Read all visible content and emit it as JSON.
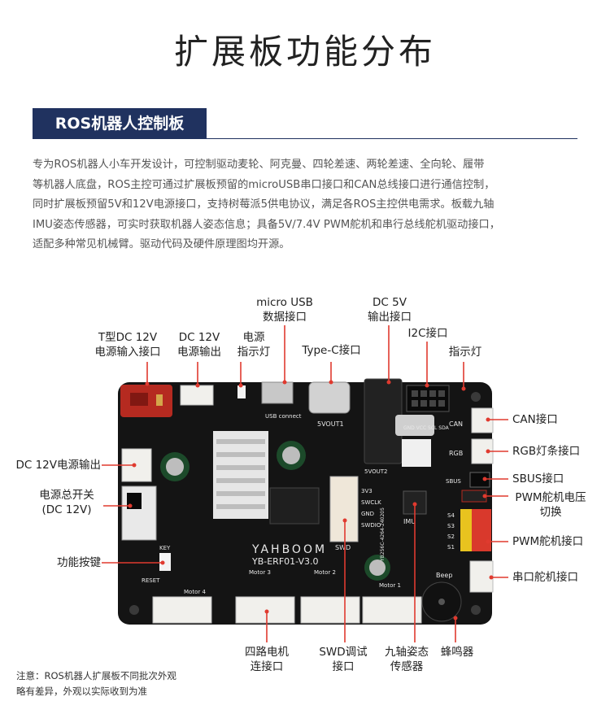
{
  "title": "扩展板功能分布",
  "section_badge": "ROS机器人控制板",
  "description_lines": [
    "专为ROS机器人小车开发设计，可控制驱动麦轮、阿克曼、四轮差速、两轮差速、全向轮、履带",
    "等机器人底盘，ROS主控可通过扩展板预留的microUSB串口接口和CAN总线接口进行通信控制，",
    "同时扩展板预留5V和12V电源接口，支持树莓派5供电协议，满足各ROS主控供电需求。板载九轴",
    "IMU姿态传感器，可实时获取机器人姿态信息；具备5V/7.4V PWM舵机和串行总线舵机驱动接口，",
    "适配多种常见机械臂。驱动代码及硬件原理图均开源。"
  ],
  "labels": {
    "micro_usb": [
      "micro USB",
      "数据接口"
    ],
    "dc5v_out": [
      "DC 5V",
      "输出接口"
    ],
    "t_dc12v_in": [
      "T型DC 12V",
      "电源输入接口"
    ],
    "dc12v_out_top": [
      "DC 12V",
      "电源输出"
    ],
    "power_led": [
      "电源",
      "指示灯"
    ],
    "typec": [
      "Type-C接口"
    ],
    "i2c": [
      "I2C接口"
    ],
    "indicator": [
      "指示灯"
    ],
    "can": [
      "CAN接口"
    ],
    "rgb": [
      "RGB灯条接口"
    ],
    "sbus": [
      "SBUS接口"
    ],
    "pwm_voltage": [
      "PWM舵机电压",
      "切换"
    ],
    "pwm_servo": [
      "PWM舵机接口"
    ],
    "serial_servo": [
      "串口舵机接口"
    ],
    "dc12v_out_left": [
      "DC 12V电源输出"
    ],
    "main_switch": [
      "电源总开关",
      "(DC 12V)"
    ],
    "func_key": [
      "功能按键"
    ],
    "motors": [
      "四路电机",
      "连接口"
    ],
    "swd": [
      "SWD调试",
      "接口"
    ],
    "imu": [
      "九轴姿态",
      "传感器"
    ],
    "buzzer": [
      "蜂鸣器"
    ]
  },
  "board": {
    "brand": "YAHBOOM",
    "model": "YB-ERF01-V3.0",
    "silk_usb": "USB connect",
    "silk_typec": "5VOUT1",
    "silk_5v": "5VOUT2",
    "silk_swd": "SWD",
    "silk_imu": "IMU",
    "silk_beep": "Beep",
    "silk_reset": "RESET",
    "silk_key": "KEY",
    "silk_motor1": "Motor 1",
    "silk_motor2": "Motor 2",
    "silk_motor3": "Motor 3",
    "silk_motor4": "Motor 4",
    "silk_can": "CAN",
    "silk_rgb": "RGB",
    "silk_sbus": "SBUS",
    "silk_s": [
      "S4",
      "S3",
      "S2",
      "S1"
    ],
    "silk_swd_pins": [
      "3V3",
      "SWCLK",
      "GND",
      "SWDIO"
    ],
    "silk_i2c": "GND VCC SCL SDA",
    "silk_serial": "YB256C-4264-240205"
  },
  "note_lines": [
    "注意：ROS机器人扩展板不同批次外观",
    "略有差异，外观以实际收到为准"
  ],
  "colors": {
    "badge": "#20325f",
    "pcb": "#141414",
    "accent_red": "#e03a2f"
  }
}
